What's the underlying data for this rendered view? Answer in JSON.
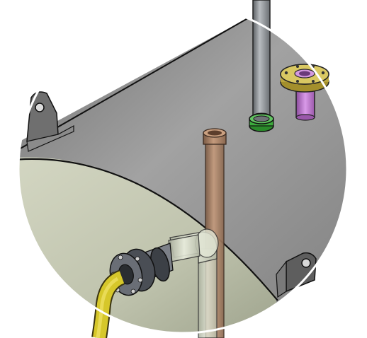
{
  "scene": {
    "subject": "cad-tank-detail-view",
    "colors": {
      "background": "#ffffff",
      "tank_upper_face": "#8f8f8f",
      "tank_lower_face": "#c3c7b2",
      "outline": "#111111",
      "copper_pipe": "#a07a5a",
      "steel_pipe": "#8a8e92",
      "green_ring": "#2f9a2f",
      "brass_flange": "#c9b44a",
      "purple_nozzle": "#b46ec8",
      "yellow_hose": "#d6c72a",
      "dark_flange": "#4a4e55",
      "pale_elbow": "#d7dccb",
      "bracket": "#6f6f6f"
    },
    "parts": [
      "vertical-steel-pipe",
      "green-seal-ring",
      "brass-flange",
      "purple-nozzle",
      "copper-pipe",
      "elbow-fitting",
      "dark-flange",
      "yellow-hose",
      "mounting-bracket-left",
      "mounting-bracket-right"
    ]
  }
}
